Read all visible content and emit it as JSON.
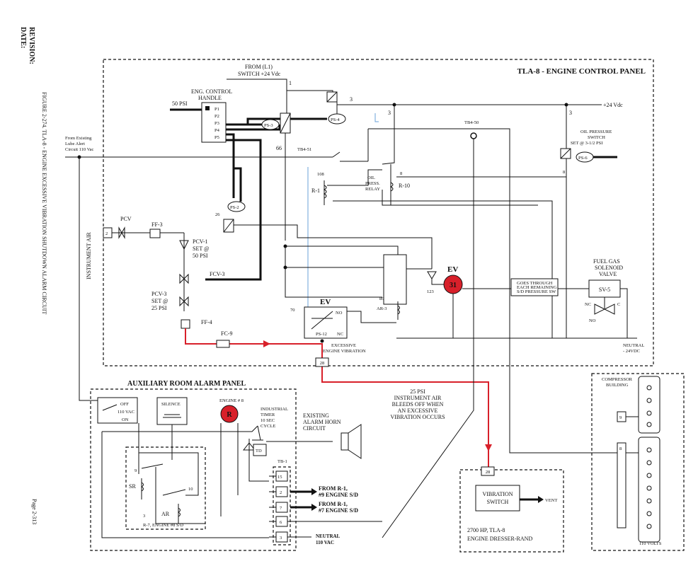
{
  "side": {
    "revision": "REVISION:",
    "date": "DATE:",
    "figure_title": "FIGURE 2-274.  TLA-8 - ENGINE EXCESSIVE VIBRATION SHUTDOWN ALARM CIRCUIT",
    "page": "Page 2-313"
  },
  "panel": {
    "title": "TLA-8 - ENGINE CONTROL PANEL",
    "from_l1_1": "FROM (L1)",
    "from_l1_2": "SWITCH +24 Vdc",
    "plus24": "+24 Vdc",
    "neutral_1": "NEUTRAL",
    "neutral_2": "- 24VDC",
    "lube_1": "From Existing",
    "lube_2": "Lube Alert",
    "lube_3": "Circuit 110 Vac"
  },
  "handle": {
    "label_1": "ENG. CONTROL",
    "label_2": "HANDLE",
    "psi": "50 PSI",
    "ports": [
      "P1",
      "P2",
      "P3",
      "P4",
      "P5"
    ]
  },
  "components": {
    "ps3": "PS-3",
    "ps4": "PS-4",
    "ps2": "PS-2",
    "ps6": "PS-6",
    "ps12": "PS-12",
    "r1": "R-1",
    "r10": "R-10",
    "ar3": "AR-3",
    "pcv": "PCV",
    "ff3": "FF-3",
    "ff4": "FF-4",
    "fc9": "FC-9",
    "fcv3": "FCV-3",
    "pcv1_1": "PCV-1",
    "pcv1_2": "SET @",
    "pcv1_3": "50 PSI",
    "pcv3_1": "PCV-3",
    "pcv3_2": "SET @",
    "pcv3_3": "25 PSI",
    "instrument_air": "INSTRUMENT AIR",
    "oil_press_1": "OIL",
    "oil_press_2": "PRESS.",
    "oil_press_3": "RELAY",
    "ops_1": "OIL PRESSURE",
    "ops_2": "SWITCH",
    "ops_3": "SET @ 3-1/2 PSI",
    "ev_label": "EV",
    "ev_lamp": "31",
    "ev_switch": "EV",
    "no": "NO",
    "nc": "NC",
    "exc_1": "EXCESSIVE",
    "exc_2": "ENGINE VIBRATION",
    "fuel_1": "FUEL GAS",
    "fuel_2": "SOLENOID",
    "fuel_3": "VALVE",
    "sv5": "SV-5",
    "sv_nc": "NC",
    "sv_c": "C",
    "sv_no": "NO",
    "goes_1": "GOES THROUGH",
    "goes_2": "EACH REMAINING",
    "goes_3": "S/D PRESSURE SW",
    "tb450": "TB4-50",
    "tb451": "TB4-51"
  },
  "numbers": {
    "n1": "1",
    "n3a": "3",
    "n3b": "3",
    "n3c": "3",
    "n66": "66",
    "n108": "108",
    "n8a": "8",
    "n8b": "8",
    "n26": "26",
    "n2": "2",
    "n123": "123",
    "n89": "89",
    "n70": "70",
    "n28a": "28",
    "n28b": "28"
  },
  "bleed": {
    "l1": "25 PSI",
    "l2": "INSTRUMENT AIR",
    "l3": "BLEEDS OFF WHEN",
    "l4": "AN EXCESSIVE",
    "l5": "VIBRATION OCCURS"
  },
  "aux": {
    "title": "AUXILIARY ROOM ALARM PANEL",
    "off": "OFF",
    "vac": "110 VAC",
    "on": "ON",
    "silence": "SILENCE",
    "engine": "ENGINE # 8",
    "r": "R",
    "timer_1": "INDUSTRIAL",
    "timer_2": "TIMER",
    "timer_3": "10 SEC",
    "timer_4": "CYCLE",
    "td": "TD",
    "tb1": "TB-1",
    "sr": "SR",
    "ar": "AR",
    "r7": "R-7, ENGINE #8 S/D",
    "n9": "9",
    "n10": "10",
    "n3": "3",
    "terms": [
      "15",
      "2",
      "7",
      "6",
      "3"
    ],
    "from1_1": "FROM R-1,",
    "from1_2": "#9 ENGINE S/D",
    "from2_1": "FROM R-1,",
    "from2_2": "#7 ENGINE S/D",
    "neutral_1": "NEUTRAL",
    "neutral_2": "110 VAC",
    "horn_1": "EXISTING",
    "horn_2": "ALARM HORN",
    "horn_3": "CIRCUIT"
  },
  "vib": {
    "num": "28",
    "switch_1": "VIBRATION",
    "switch_2": "SWITCH",
    "vent": "VENT",
    "engine_1": "2700 HP, TLA-8",
    "engine_2": "ENGINE DRESSER-RAND"
  },
  "comp": {
    "title_1": "COMPRESSOR",
    "title_2": "BUILDING",
    "n9": "9",
    "n8": "8",
    "volts": "110 VOLTS"
  }
}
